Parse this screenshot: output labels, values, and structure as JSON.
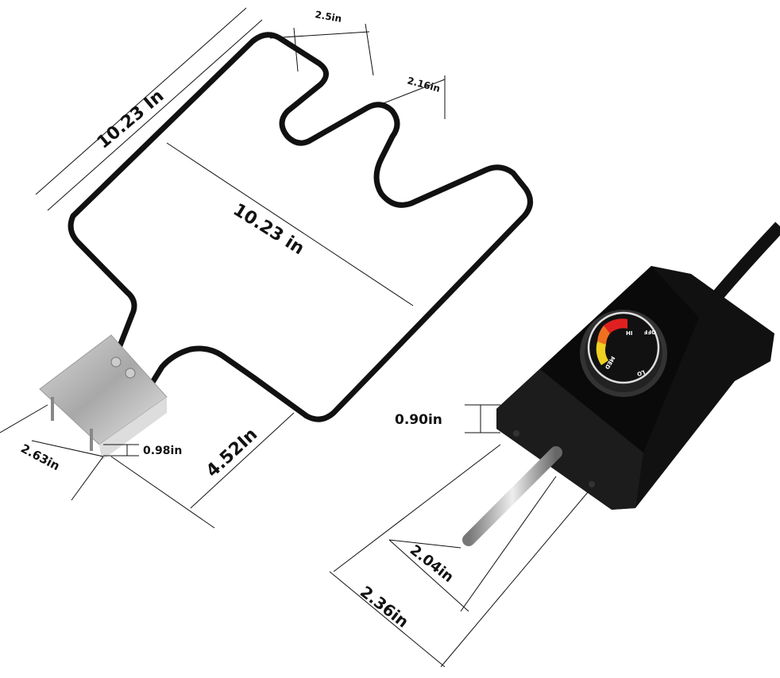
{
  "dimensions": {
    "coil_diagonal_top": "10.23  In",
    "coil_length": "10.23  in",
    "bend_width_1": "2.5in",
    "bend_width_2": "2.16in",
    "terminal_block_width": "2.63in",
    "terminal_pin_offset": "0.98in",
    "terminal_length": "4.52In",
    "plug_thickness": "0.90in",
    "probe_length": "2.04in",
    "plug_total_length": "2.36in"
  },
  "dial": {
    "hi": "HI",
    "off": "OFF",
    "lo": "LO",
    "med": "MED"
  },
  "colors": {
    "element": "#111111",
    "block": "#b9b9b9",
    "controller": "#0d0d0d",
    "dial_red": "#e02020",
    "dial_yellow": "#f0d020"
  }
}
